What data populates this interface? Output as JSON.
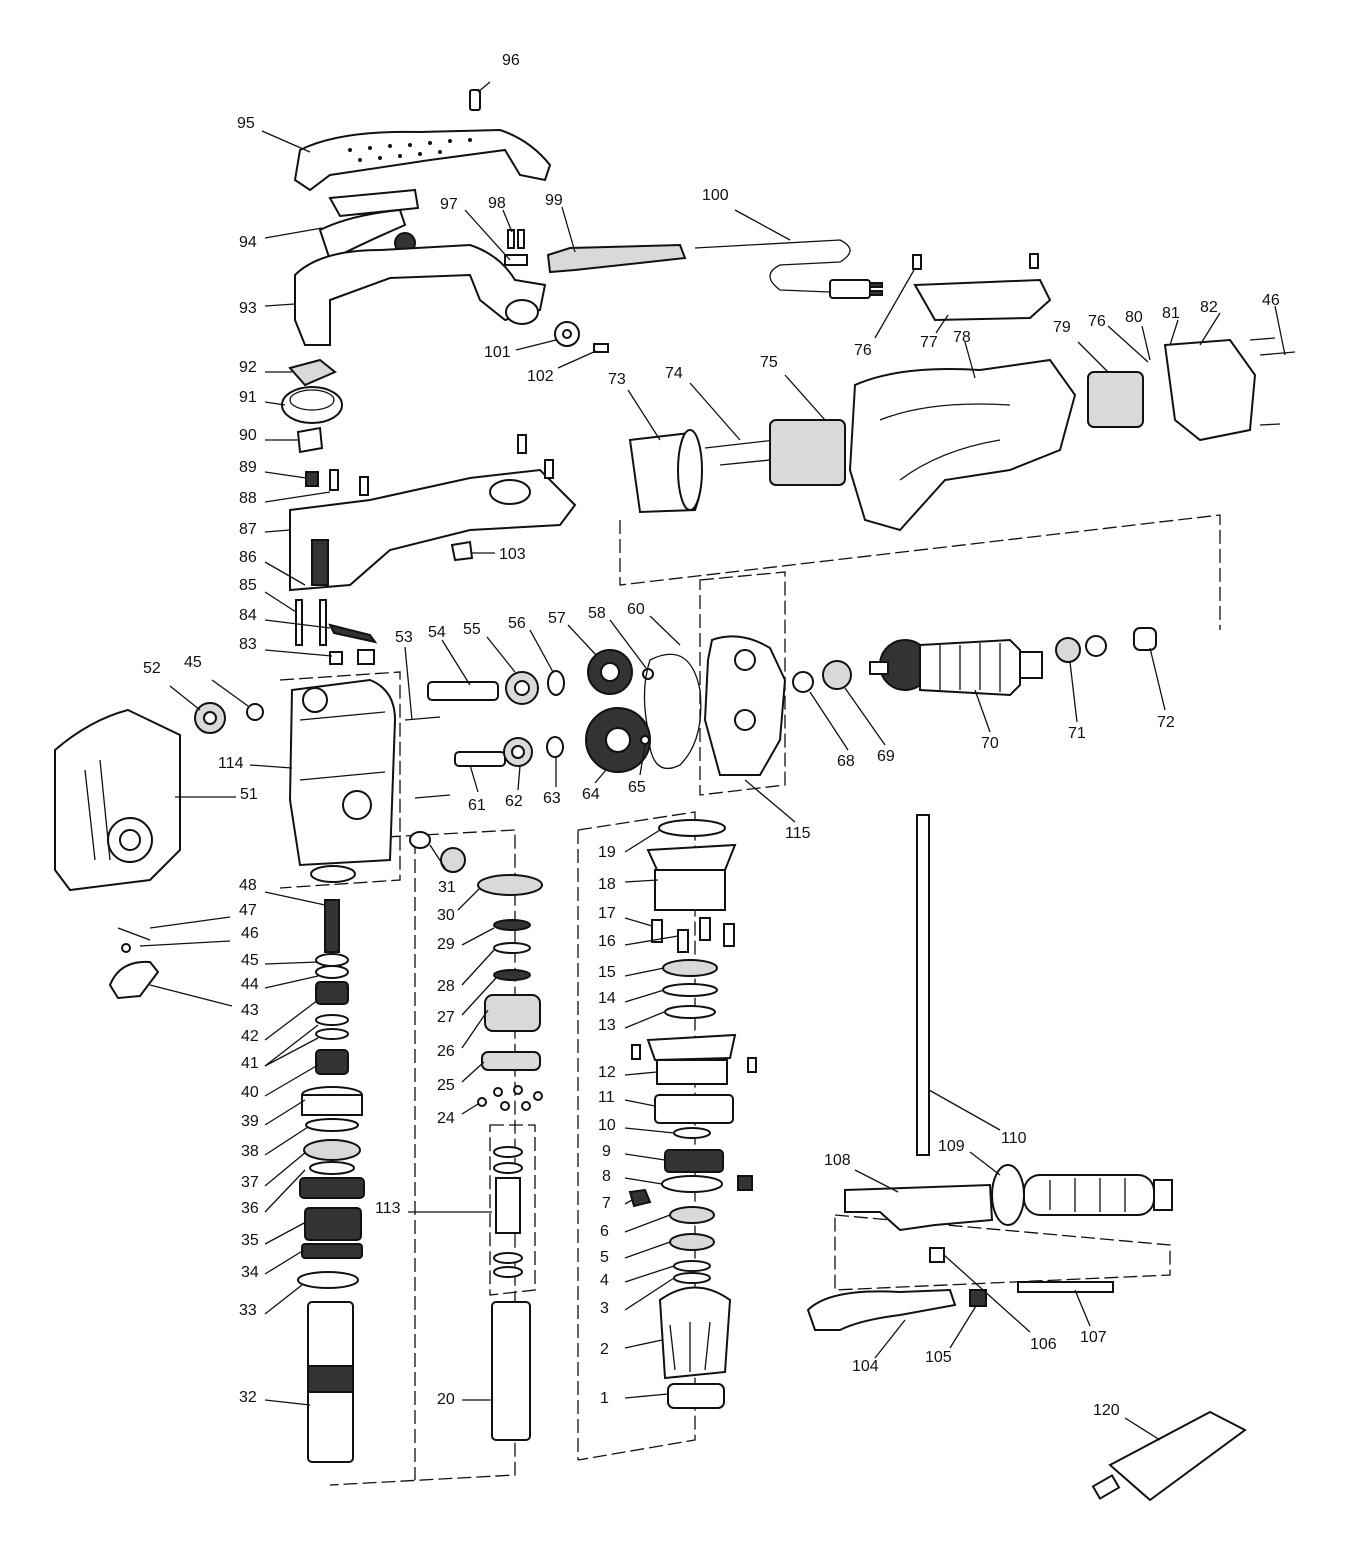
{
  "labels": [
    "96",
    "95",
    "94",
    "97",
    "98",
    "99",
    "100",
    "93",
    "76",
    "77",
    "78",
    "79",
    "76",
    "80",
    "81",
    "82",
    "46",
    "101",
    "102",
    "73",
    "74",
    "75",
    "92",
    "91",
    "90",
    "89",
    "88",
    "87",
    "86",
    "103",
    "85",
    "84",
    "83",
    "53",
    "54",
    "55",
    "56",
    "57",
    "58",
    "60",
    "52",
    "45",
    "114",
    "51",
    "61",
    "62",
    "63",
    "64",
    "65",
    "68",
    "69",
    "70",
    "71",
    "72",
    "115",
    "48",
    "47",
    "46",
    "45",
    "44",
    "43",
    "42",
    "41",
    "40",
    "39",
    "38",
    "37",
    "36",
    "35",
    "34",
    "33",
    "32",
    "31",
    "30",
    "29",
    "28",
    "27",
    "26",
    "25",
    "24",
    "113",
    "20",
    "19",
    "18",
    "17",
    "16",
    "15",
    "14",
    "13",
    "12",
    "11",
    "10",
    "9",
    "8",
    "7",
    "6",
    "5",
    "4",
    "3",
    "2",
    "1",
    "110",
    "109",
    "108",
    "106",
    "107",
    "104",
    "105",
    "120"
  ]
}
